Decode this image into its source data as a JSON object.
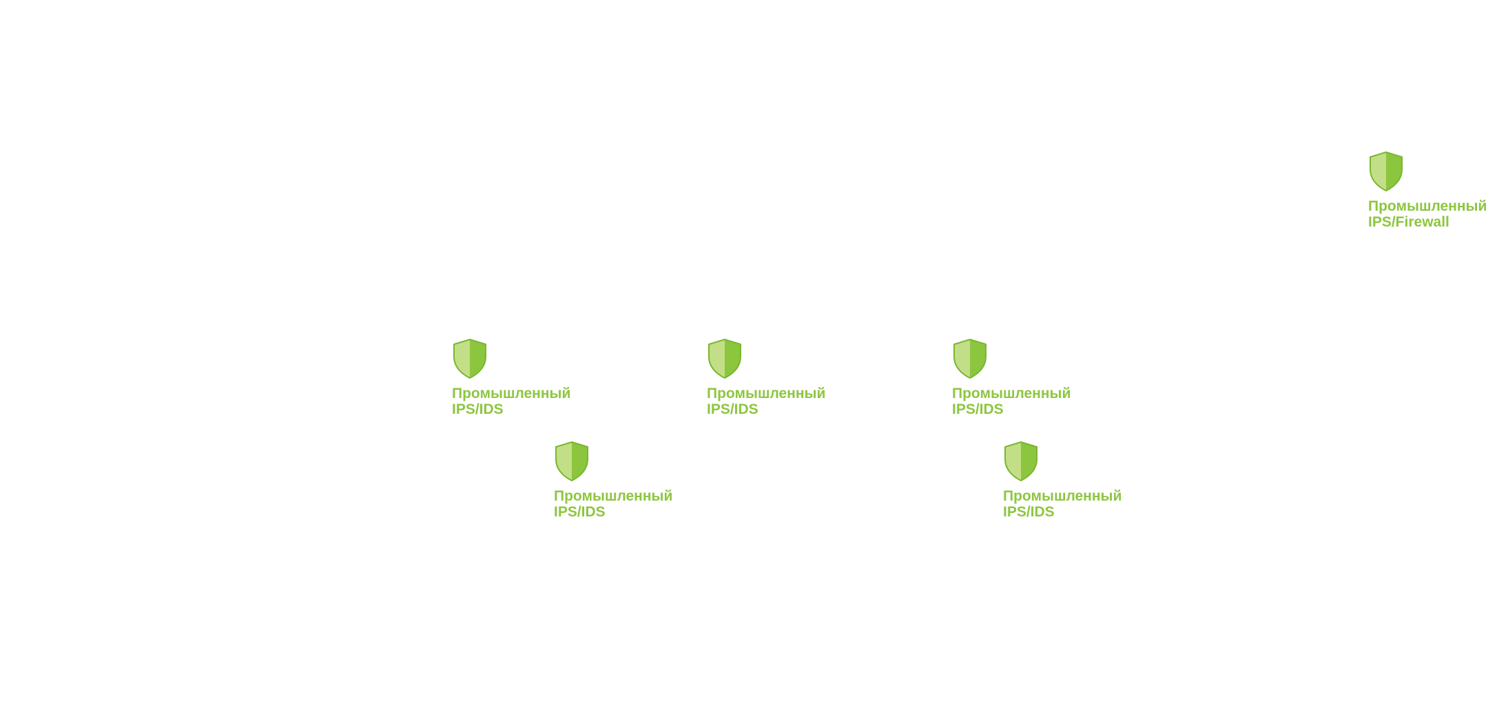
{
  "colors": {
    "text": "#8dc63f",
    "shield_light": "#c2df87",
    "shield_dark": "#8cc63e",
    "shield_outline": "#7ab62f"
  },
  "nodes": [
    {
      "icon": "shield-icon",
      "line1": "Промышленный",
      "line2": "IPS/Firewall"
    },
    {
      "icon": "shield-icon",
      "line1": "Промышленный",
      "line2": "IPS/IDS"
    },
    {
      "icon": "shield-icon",
      "line1": "Промышленный",
      "line2": "IPS/IDS"
    },
    {
      "icon": "shield-icon",
      "line1": "Промышленный",
      "line2": "IPS/IDS"
    },
    {
      "icon": "shield-icon",
      "line1": "Промышленный",
      "line2": "IPS/IDS"
    },
    {
      "icon": "shield-icon",
      "line1": "Промышленный",
      "line2": "IPS/IDS"
    }
  ]
}
